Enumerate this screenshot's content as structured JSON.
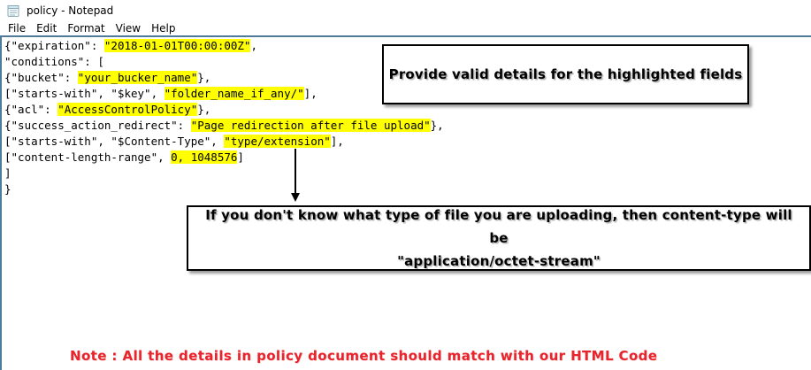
{
  "window": {
    "title": "policy - Notepad"
  },
  "menu": {
    "items": [
      "File",
      "Edit",
      "Format",
      "View",
      "Help"
    ]
  },
  "editor": {
    "lines": [
      [
        {
          "t": "{\"expiration\": ",
          "h": false
        },
        {
          "t": "\"2018-01-01T00:00:00Z\"",
          "h": true
        },
        {
          "t": ",",
          "h": false
        }
      ],
      [
        {
          "t": "\"conditions\": [",
          "h": false
        }
      ],
      [
        {
          "t": "{\"bucket\": ",
          "h": false
        },
        {
          "t": "\"your_bucker_name\"",
          "h": true
        },
        {
          "t": "},",
          "h": false
        }
      ],
      [
        {
          "t": "[\"starts-with\", \"$key\", ",
          "h": false
        },
        {
          "t": "\"folder_name_if_any/\"",
          "h": true
        },
        {
          "t": "],",
          "h": false
        }
      ],
      [
        {
          "t": "{\"acl\": ",
          "h": false
        },
        {
          "t": "\"AccessControlPolicy\"",
          "h": true
        },
        {
          "t": "},",
          "h": false
        }
      ],
      [
        {
          "t": "{\"success_action_redirect\": ",
          "h": false
        },
        {
          "t": "\"Page redirection after file upload\"",
          "h": true
        },
        {
          "t": "},",
          "h": false
        }
      ],
      [
        {
          "t": "[\"starts-with\", \"$Content-Type\", ",
          "h": false
        },
        {
          "t": "\"type/extension\"",
          "h": true
        },
        {
          "t": "],",
          "h": false
        }
      ],
      [
        {
          "t": "[\"content-length-range\", ",
          "h": false
        },
        {
          "t": "0, 1048576",
          "h": true
        },
        {
          "t": "]",
          "h": false
        }
      ],
      [
        {
          "t": "]",
          "h": false
        }
      ],
      [
        {
          "t": "}",
          "h": false
        }
      ]
    ]
  },
  "annotations": {
    "top_callout": "Provide valid details for the highlighted fields",
    "bottom_callout_line1": "If you don't know what type of file you are uploading, then content-type will be",
    "bottom_callout_line2": "\"application/octet-stream\"",
    "note": "Note : All the details in policy document should match with our HTML Code"
  },
  "colors": {
    "highlight": "#ffff00",
    "frame_accent": "#4d7b99",
    "note_red": "#e8242c"
  }
}
